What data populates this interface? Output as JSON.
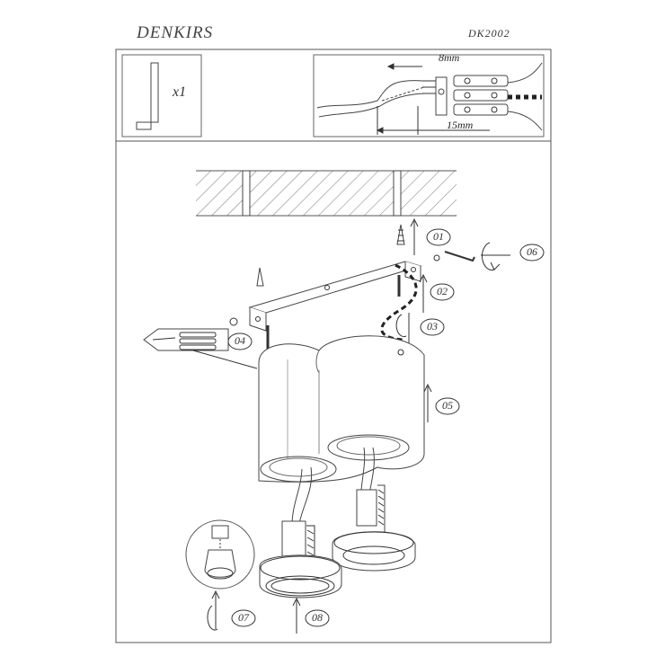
{
  "header": {
    "brand": "DENKIRS",
    "model": "DK2002"
  },
  "accessory": {
    "quantity": "x1"
  },
  "wiring": {
    "strip_length": "8mm",
    "insulation_length": "15mm"
  },
  "steps": [
    "01",
    "02",
    "03",
    "04",
    "05",
    "06",
    "07",
    "08"
  ]
}
